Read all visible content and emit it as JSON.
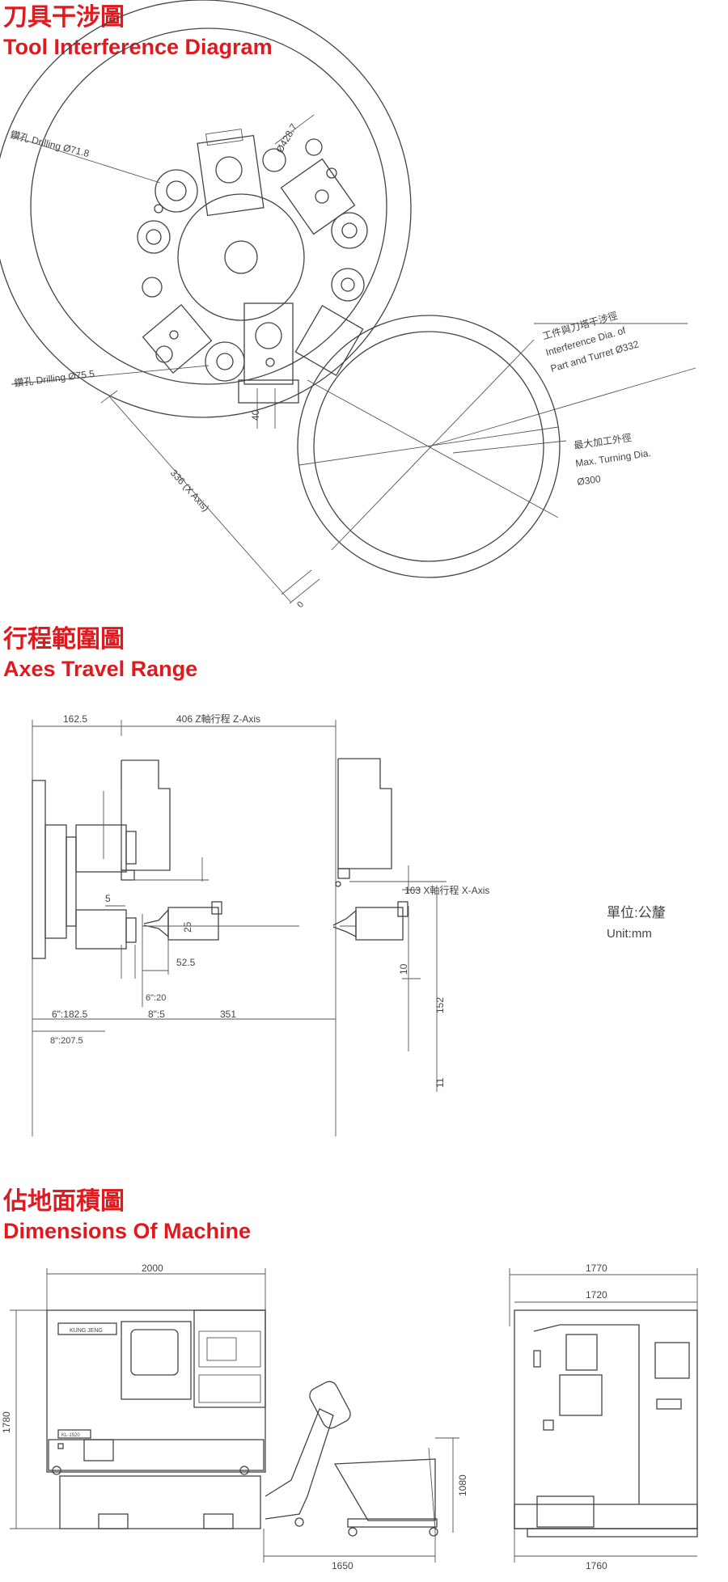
{
  "sections": {
    "tool": {
      "title_zh": "刀具干涉圖",
      "title_en": "Tool Interference Diagram"
    },
    "axes": {
      "title_zh": "行程範圍圖",
      "title_en": "Axes Travel Range"
    },
    "dims": {
      "title_zh": "佔地面積圖",
      "title_en": "Dimensions Of Machine"
    }
  },
  "tool_diagram": {
    "drill_top": "鑽孔 Drilling Ø71.8",
    "dia_428": "Ø428.7",
    "drill_bottom": "鑽孔 Drilling Ø75.5",
    "interference_zh": "工件與刀塔干涉徑",
    "interference_en1": "Interference Dia. of",
    "interference_en2": "Part and Turret Ø332",
    "max_zh": "最大加工外徑",
    "max_en": "Max. Turning Dia.",
    "max_val": "Ø300",
    "dim_40": "40",
    "dim_336": "336 (X Axis)",
    "dim_0": "0"
  },
  "axes_diagram": {
    "dim_162_5": "162.5",
    "z_axis": "406 Z軸行程 Z-Axis",
    "x_axis": "163 X軸行程 X-Axis",
    "dim_5": "5",
    "dim_25": "25",
    "dim_10": "10",
    "dim_152": "152",
    "dim_11": "11",
    "dim_52_5": "52.5",
    "dim_6_20": "6\":20",
    "dim_6_182_5": "6\":182.5",
    "dim_8_5": "8\":5",
    "dim_351": "351",
    "dim_8_207_5": "8\":207.5",
    "unit_zh": "單位:公釐",
    "unit_en": "Unit:mm"
  },
  "machine_dims": {
    "width_2000": "2000",
    "height_1780": "1780",
    "height_1080": "1080",
    "width_1650": "1650",
    "side_1770": "1770",
    "side_1720": "1720",
    "side_1760": "1760",
    "brand_label": "KUNG JENG",
    "model_label": "KL-1520"
  }
}
